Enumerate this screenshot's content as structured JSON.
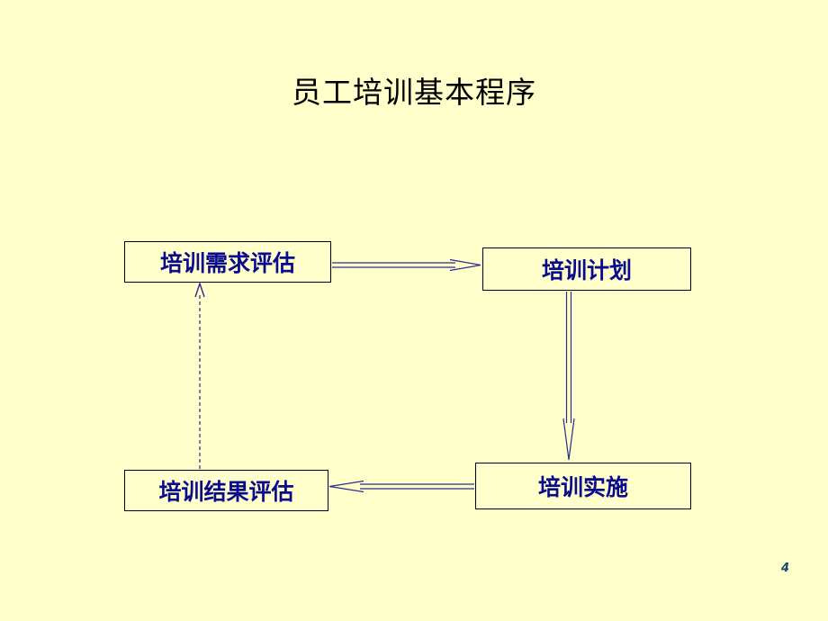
{
  "title": "员工培训基本程序",
  "steps": [
    {
      "label": "培训需求评估"
    },
    {
      "label": "培训计划"
    },
    {
      "label": "培训实施"
    },
    {
      "label": "培训结果评估"
    }
  ],
  "page_number": "4",
  "colors": {
    "background": "#FFFFCC",
    "box_text": "#0A0A8C",
    "box_border": "#000000",
    "arrow_stroke": "#2B2B8A",
    "page_number": "#1A4A6A"
  }
}
